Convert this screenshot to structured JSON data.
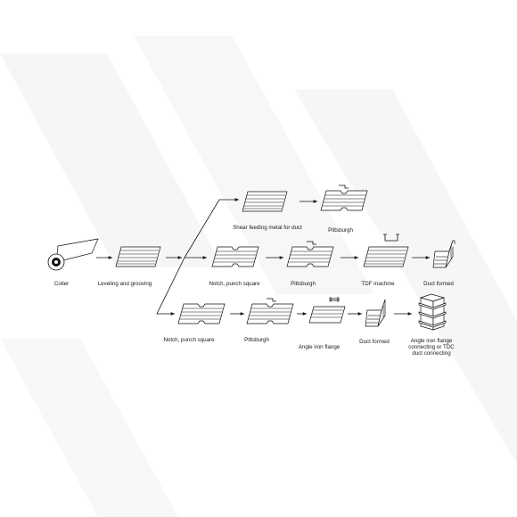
{
  "palette": {
    "background": "#ffffff",
    "line": "#111111",
    "watermark": "#f4f4f4"
  },
  "labels": {
    "coiler": "Coiler",
    "leveling": "Leveling and grooving",
    "shear": "Shear feeding metal for duct",
    "pittsburgh_top": "Pittsburgh",
    "notch_mid": "Notch, punch square",
    "pittsburgh_mid": "Pittsburgh",
    "tdf_machine": "TDF machine",
    "duct_formed_mid": "Duct formed",
    "notch_bottom": "Notch, punch square",
    "pittsburgh_bottom": "Pittsburgh",
    "angle_iron_flange": "Angle iron flange",
    "duct_formed_bottom": "Duct formed",
    "final_line1": "Angle iron flange",
    "final_line2": "connecting or TDC",
    "final_line3": "duct connecting"
  }
}
